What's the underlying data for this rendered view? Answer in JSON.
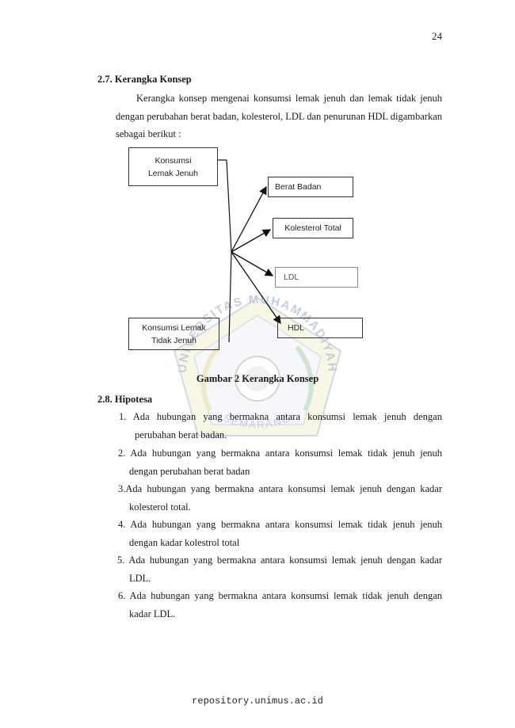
{
  "page": {
    "number": "24"
  },
  "section_2_7": {
    "heading": "2.7. Kerangka Konsep",
    "paragraph": "Kerangka konsep mengenai konsumsi lemak jenuh dan lemak tidak jenuh dengan perubahan berat badan, kolesterol, LDL dan penurunan HDL digambarkan sebagai berikut :"
  },
  "diagram": {
    "inputs": {
      "saturated": "Konsumsi Lemak Jenuh",
      "unsaturated": "Konsumsi Lemak Tidak Jenuh"
    },
    "outcomes": {
      "weight": "Berat Badan",
      "cholesterol": "Kolesterol Total",
      "ldl": "LDL",
      "hdl": "HDL"
    },
    "caption": "Gambar 2 Kerangka Konsep"
  },
  "section_2_8": {
    "heading": "2.8.   Hipotesa",
    "items": [
      "1. Ada hubungan yang bermakna antara konsumsi lemak jenuh  dengan perubahan berat badan.",
      "2. Ada hubungan yang bermakna antara konsumsi lemak tidak jenuh  jenuh dengan perubahan  berat badan",
      "3.Ada hubungan yang bermakna antara konsumsi lemak jenuh  dengan kadar kolesterol total.",
      "4. Ada hubungan yang bermakna antara konsumsi lemak tidak jenuh  jenuh dengan  kadar kolestrol total",
      "5. Ada hubungan yang bermakna antara konsumsi lemak jenuh  dengan kadar LDL.",
      "6. Ada hubungan yang bermakna antara konsumsi lemak tidak  jenuh dengan kadar LDL."
    ]
  },
  "watermark": {
    "top_text": "UNIVERSITAS MUHAMMADIYAH",
    "bottom_text": "SEMARANG"
  },
  "footer": {
    "url": "repository.unimus.ac.id"
  }
}
